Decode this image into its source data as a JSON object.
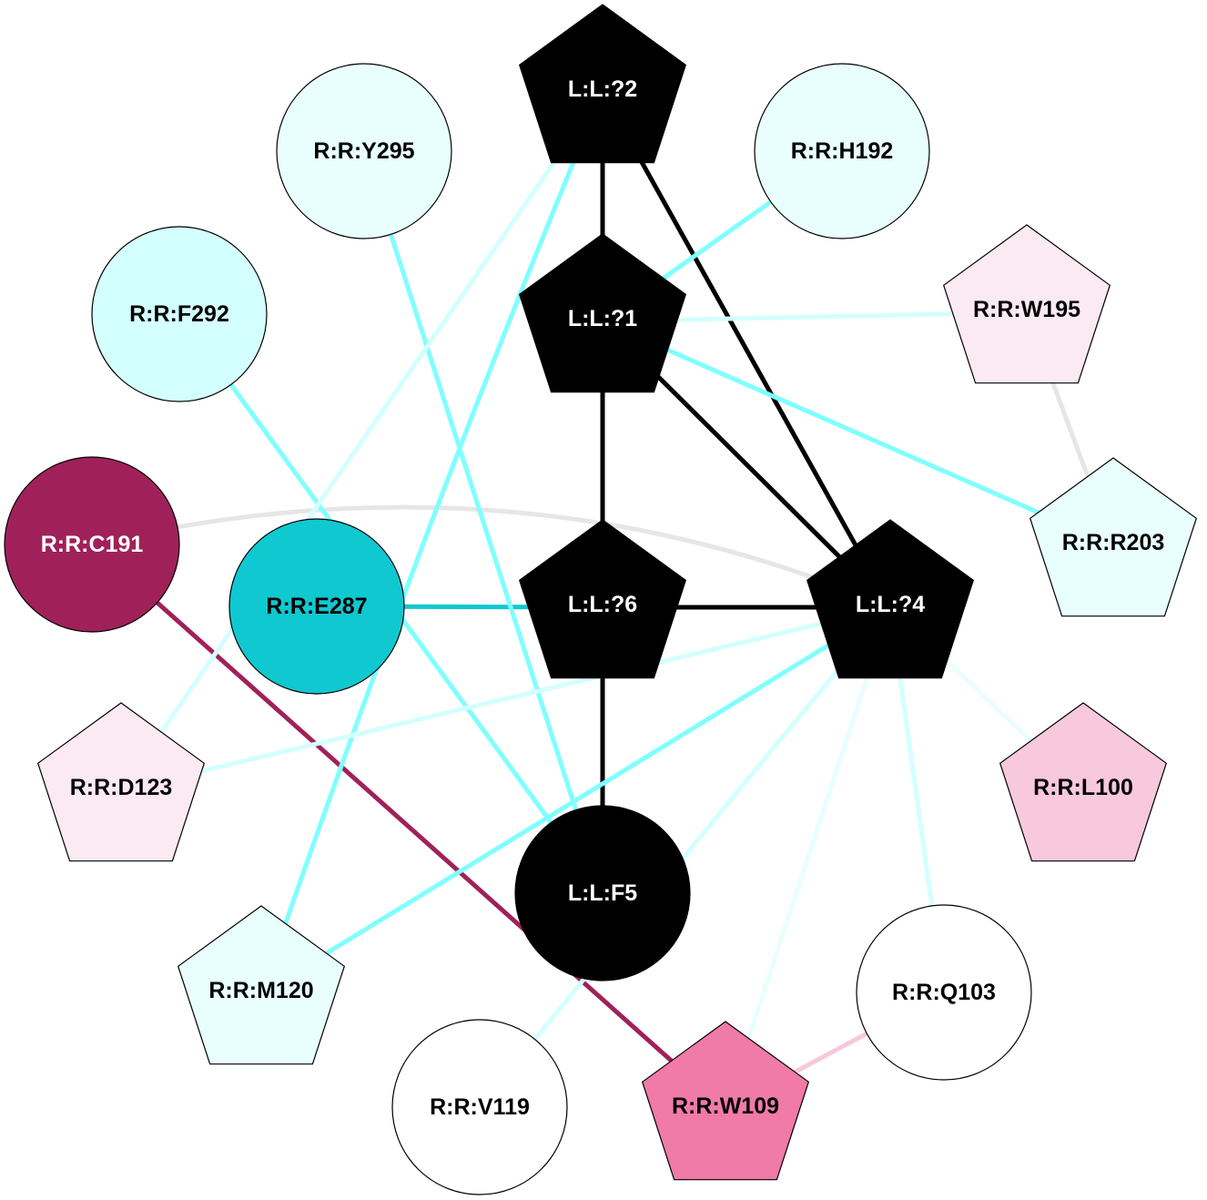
{
  "nodes": [
    {
      "id": "L:L:?2",
      "shape": "pentagon",
      "fill": "#000000",
      "text": "#ffffff"
    },
    {
      "id": "R:R:Y295",
      "shape": "circle",
      "fill": "#e8fffe",
      "text": "#000000"
    },
    {
      "id": "R:R:H192",
      "shape": "circle",
      "fill": "#e8fffe",
      "text": "#000000"
    },
    {
      "id": "R:R:F292",
      "shape": "circle",
      "fill": "#d4ffff",
      "text": "#000000"
    },
    {
      "id": "L:L:?1",
      "shape": "pentagon",
      "fill": "#000000",
      "text": "#ffffff"
    },
    {
      "id": "R:R:W195",
      "shape": "pentagon",
      "fill": "#fbeaf2",
      "text": "#000000"
    },
    {
      "id": "R:R:C191",
      "shape": "circle",
      "fill": "#a0215a",
      "text": "#ffffff"
    },
    {
      "id": "R:R:E287",
      "shape": "circle",
      "fill": "#10c8d0",
      "text": "#000000"
    },
    {
      "id": "L:L:?6",
      "shape": "pentagon",
      "fill": "#000000",
      "text": "#ffffff"
    },
    {
      "id": "L:L:?4",
      "shape": "pentagon",
      "fill": "#000000",
      "text": "#ffffff"
    },
    {
      "id": "R:R:R203",
      "shape": "pentagon",
      "fill": "#e8fffe",
      "text": "#000000"
    },
    {
      "id": "R:R:D123",
      "shape": "pentagon",
      "fill": "#fbeaf2",
      "text": "#000000"
    },
    {
      "id": "R:R:L100",
      "shape": "pentagon",
      "fill": "#f8c8dc",
      "text": "#000000"
    },
    {
      "id": "L:L:F5",
      "shape": "circle",
      "fill": "#000000",
      "text": "#ffffff"
    },
    {
      "id": "R:R:M120",
      "shape": "pentagon",
      "fill": "#e8fffe",
      "text": "#000000"
    },
    {
      "id": "R:R:Q103",
      "shape": "circle",
      "fill": "#ffffff",
      "text": "#000000"
    },
    {
      "id": "R:R:V119",
      "shape": "circle",
      "fill": "#ffffff",
      "text": "#000000"
    },
    {
      "id": "R:R:W109",
      "shape": "pentagon",
      "fill": "#f07aa8",
      "text": "#000000"
    }
  ],
  "edges": [
    {
      "s": "L:L:?2",
      "t": "L:L:?1",
      "color": "#000000"
    },
    {
      "s": "L:L:?2",
      "t": "L:L:?4",
      "color": "#000000"
    },
    {
      "s": "L:L:?1",
      "t": "L:L:?6",
      "color": "#000000"
    },
    {
      "s": "L:L:?1",
      "t": "L:L:?4",
      "color": "#000000"
    },
    {
      "s": "L:L:?6",
      "t": "L:L:?4",
      "color": "#000000"
    },
    {
      "s": "L:L:?6",
      "t": "L:L:F5",
      "color": "#000000"
    },
    {
      "s": "R:R:E287",
      "t": "L:L:?6",
      "color": "#10c8d0"
    },
    {
      "s": "R:R:C191",
      "t": "R:R:W109",
      "color": "#a0215a"
    },
    {
      "s": "R:R:C191",
      "t": "L:L:?4",
      "color": "#e6e6e6",
      "curve": true
    },
    {
      "s": "R:R:W195",
      "t": "R:R:R203",
      "color": "#e6e6e6"
    },
    {
      "s": "R:R:H192",
      "t": "L:L:?1",
      "color": "#80ffff"
    },
    {
      "s": "R:R:W195",
      "t": "L:L:?1",
      "color": "#d4ffff"
    },
    {
      "s": "R:R:R203",
      "t": "L:L:?1",
      "color": "#80ffff"
    },
    {
      "s": "R:R:Y295",
      "t": "L:L:F5",
      "color": "#80ffff"
    },
    {
      "s": "R:R:F292",
      "t": "L:L:F5",
      "color": "#80ffff"
    },
    {
      "s": "L:L:?2",
      "t": "R:R:M120",
      "color": "#80ffff",
      "curve": true
    },
    {
      "s": "L:L:?2",
      "t": "R:R:D123",
      "color": "#d4ffff"
    },
    {
      "s": "L:L:?4",
      "t": "R:R:D123",
      "color": "#d4ffff"
    },
    {
      "s": "L:L:?4",
      "t": "R:R:M120",
      "color": "#80ffff"
    },
    {
      "s": "L:L:?4",
      "t": "R:R:L100",
      "color": "#e8fffe"
    },
    {
      "s": "L:L:?4",
      "t": "R:R:Q103",
      "color": "#d4ffff"
    },
    {
      "s": "L:L:?4",
      "t": "R:R:V119",
      "color": "#d4ffff",
      "curve": true
    },
    {
      "s": "L:L:?4",
      "t": "R:R:W109",
      "color": "#e8fffe"
    },
    {
      "s": "R:R:Q103",
      "t": "R:R:W109",
      "color": "#f8c8dc"
    }
  ]
}
